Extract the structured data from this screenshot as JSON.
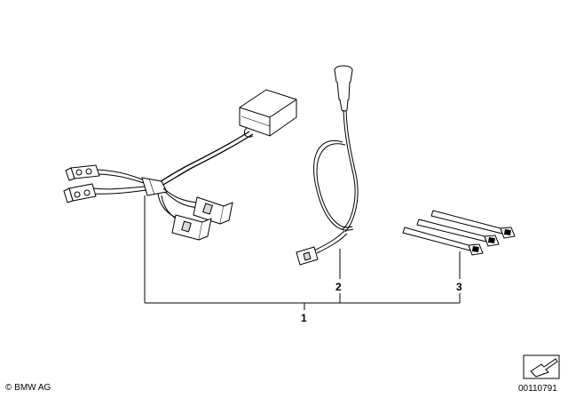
{
  "callouts": {
    "assembly": "1",
    "switch_cable": "2",
    "cable_ties": "3"
  },
  "footer": {
    "copyright_symbol": "©",
    "copyright_text": "BMW AG",
    "drawing_number": "00110791"
  },
  "icons": {
    "arrow_box": "arrow-down-left-icon"
  },
  "colors": {
    "line": "#000000",
    "background": "#ffffff",
    "shade": "#d8d8d8"
  }
}
